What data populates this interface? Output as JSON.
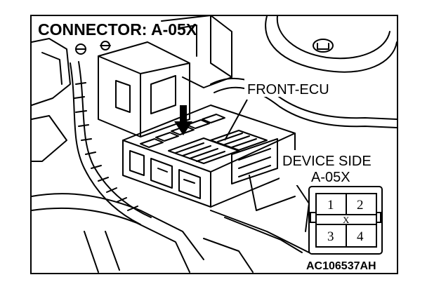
{
  "diagram": {
    "title": "CONNECTOR: A-05X",
    "component_label": "FRONT-ECU",
    "device_side_label": "DEVICE SIDE",
    "connector_id": "A-05X",
    "pins": [
      "1",
      "2",
      "3",
      "4"
    ],
    "center_mark": "X",
    "figure_code": "AC106537AH"
  }
}
